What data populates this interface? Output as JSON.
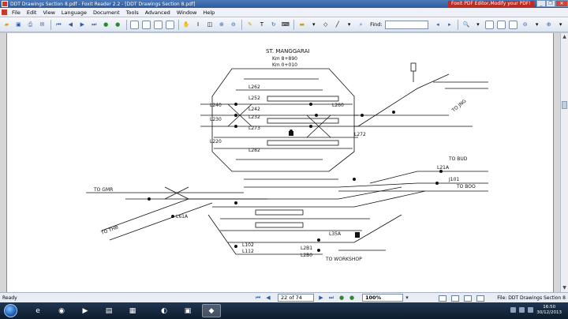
{
  "window": {
    "title": "DDT Drawings Section 8.pdf - Foxit Reader 2.2 - [DDT Drawings Section 8.pdf]",
    "promo": "Foxit PDF Editor,Modify your PDF!",
    "minimize": "_",
    "restore": "❐",
    "close": "✕"
  },
  "menu": {
    "items": [
      "File",
      "Edit",
      "View",
      "Language",
      "Document",
      "Tools",
      "Advanced",
      "Window",
      "Help"
    ]
  },
  "toolbar": {
    "find_label": "Find:"
  },
  "drawing": {
    "station": "ST. MANGGARAI",
    "km1": "Km 8+890",
    "km2": "Km 0+010",
    "to_gmr": "TO GMR",
    "to_thb": "TO THB",
    "to_jng": "TO JNG",
    "to_bud": "TO BUD",
    "to_boo": "TO BOO",
    "to_workshop": "TO WORKSHOP",
    "labels": [
      "L240",
      "L230",
      "L220",
      "L262",
      "L252",
      "L242",
      "L273",
      "L232",
      "L282",
      "L272",
      "L260",
      "L102",
      "L112",
      "L35A",
      "L61A",
      "L2B1",
      "L2B0",
      "L21A",
      "J101"
    ]
  },
  "status": {
    "ready": "Ready",
    "page_display": "22 of 74",
    "zoom": "100%",
    "file": "File: DDT Drawings Section 8"
  },
  "taskbar": {
    "time": "16:50",
    "date": "30/12/2013"
  }
}
